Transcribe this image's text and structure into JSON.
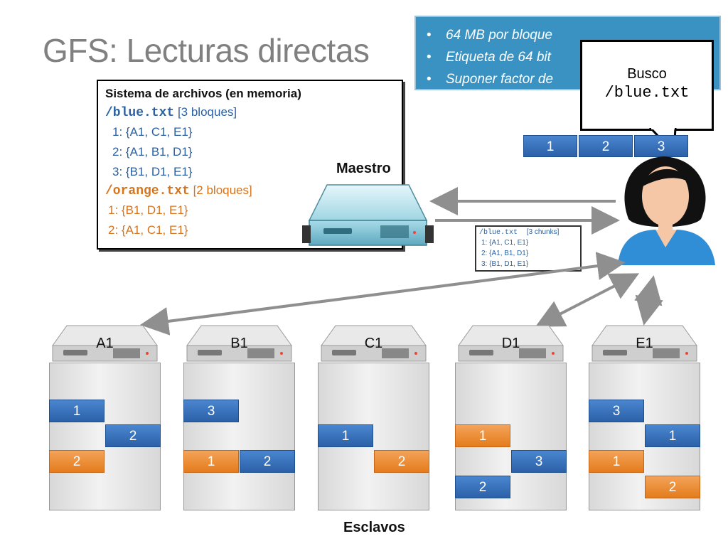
{
  "slide": {
    "title": "GFS: Lecturas directas",
    "notes": [
      "64 MB por bloque",
      "Etiqueta de 64 bit",
      "Suponer factor de"
    ]
  },
  "master": {
    "fs_header": "Sistema de archivos (en memoria)",
    "files": [
      {
        "name": "/blue.txt",
        "count": "[3 bloques]",
        "blocks": [
          "1: {A1, C1, E1}",
          "2: {A1, B1, D1}",
          "3: {B1, D1, E1}"
        ]
      },
      {
        "name": "/orange.txt",
        "count": "[2 bloques]",
        "blocks": [
          "1: {B1, D1, E1}",
          "2: {A1, C1, E1}"
        ]
      }
    ],
    "label": "Maestro"
  },
  "client": {
    "callout_line1": "Busco",
    "callout_line2": "/blue.txt",
    "chunk_buttons": [
      "1",
      "2",
      "3"
    ],
    "reply": {
      "name": "/blue.txt",
      "count": "[3 chunks]",
      "blocks": [
        "1: {A1, C1, E1}",
        "2: {A1, B1, D1}",
        "3: {B1, D1, E1}"
      ]
    }
  },
  "chunkservers": {
    "label": "Esclavos",
    "servers": [
      {
        "name": "A1",
        "chunks": [
          {
            "label": "1",
            "file": "blue"
          },
          {
            "label": "2",
            "file": "blue"
          },
          {
            "label": "2",
            "file": "orange"
          }
        ]
      },
      {
        "name": "B1",
        "chunks": [
          {
            "label": "3",
            "file": "blue"
          },
          {
            "label": "1",
            "file": "orange"
          },
          {
            "label": "2",
            "file": "blue"
          }
        ]
      },
      {
        "name": "C1",
        "chunks": [
          {
            "label": "1",
            "file": "blue"
          },
          {
            "label": "2",
            "file": "orange"
          }
        ]
      },
      {
        "name": "D1",
        "chunks": [
          {
            "label": "1",
            "file": "orange"
          },
          {
            "label": "3",
            "file": "blue"
          },
          {
            "label": "2",
            "file": "blue"
          }
        ]
      },
      {
        "name": "E1",
        "chunks": [
          {
            "label": "3",
            "file": "blue"
          },
          {
            "label": "1",
            "file": "blue"
          },
          {
            "label": "1",
            "file": "orange"
          },
          {
            "label": "2",
            "file": "orange"
          }
        ]
      }
    ]
  },
  "colors": {
    "blue_chunk": "#2b61a8",
    "orange_chunk": "#e47c1c",
    "note_box": "#3a92c3",
    "title": "#808080"
  }
}
